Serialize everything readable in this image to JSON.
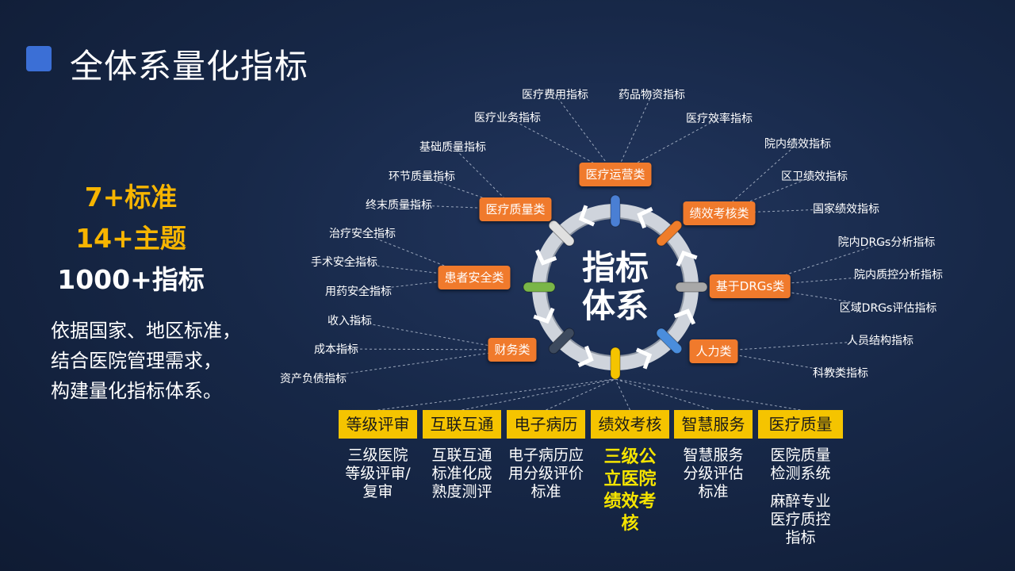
{
  "title": "全体系量化指标",
  "stats": [
    "7+标准",
    "14+主题",
    "1000+指标"
  ],
  "description": [
    "依据国家、地区标准，",
    "结合医院管理需求，",
    "构建量化指标体系。"
  ],
  "center": {
    "line1": "指标",
    "line2": "体系"
  },
  "categories": [
    {
      "label": "医疗运营类",
      "leaves": [
        "医疗费用指标",
        "药品物资指标",
        "医疗业务指标",
        "医疗效率指标"
      ]
    },
    {
      "label": "绩效考核类",
      "leaves": [
        "院内绩效指标",
        "区卫绩效指标",
        "国家绩效指标"
      ]
    },
    {
      "label": "基于DRGs类",
      "leaves": [
        "院内DRGs分析指标",
        "院内质控分析指标",
        "区域DRGs评估指标"
      ]
    },
    {
      "label": "人力类",
      "leaves": [
        "人员结构指标",
        "科教类指标"
      ]
    },
    {
      "label": "财务类",
      "leaves": [
        "收入指标",
        "成本指标",
        "资产负债指标"
      ]
    },
    {
      "label": "患者安全类",
      "leaves": [
        "治疗安全指标",
        "手术安全指标",
        "用药安全指标"
      ]
    },
    {
      "label": "医疗质量类",
      "leaves": [
        "基础质量指标",
        "环节质量指标",
        "终末质量指标"
      ]
    }
  ],
  "ring_colors": [
    "#4a7fd4",
    "#ef7d2a",
    "#a8a8a8",
    "#4a8ddc",
    "#f5c400",
    "#3d4a5e",
    "#7ab648",
    "#e0e0e0"
  ],
  "tags": [
    {
      "label": "等级评审",
      "desc": [
        "三级医院",
        "等级评审/",
        "复审"
      ]
    },
    {
      "label": "互联互通",
      "desc": [
        "互联互通",
        "标准化成",
        "熟度测评"
      ]
    },
    {
      "label": "电子病历",
      "desc": [
        "电子病历应",
        "用分级评价",
        "标准"
      ]
    },
    {
      "label": "绩效考核",
      "desc": [
        "三级公",
        "立医院",
        "绩效考",
        "核"
      ],
      "highlight": true
    },
    {
      "label": "智慧服务",
      "desc": [
        "智慧服务",
        "分级评估",
        "标准"
      ]
    },
    {
      "label": "医疗质量",
      "desc": [
        "医院质量",
        "检测系统",
        "",
        "麻醉专业",
        "医疗质控",
        "指标"
      ]
    }
  ]
}
